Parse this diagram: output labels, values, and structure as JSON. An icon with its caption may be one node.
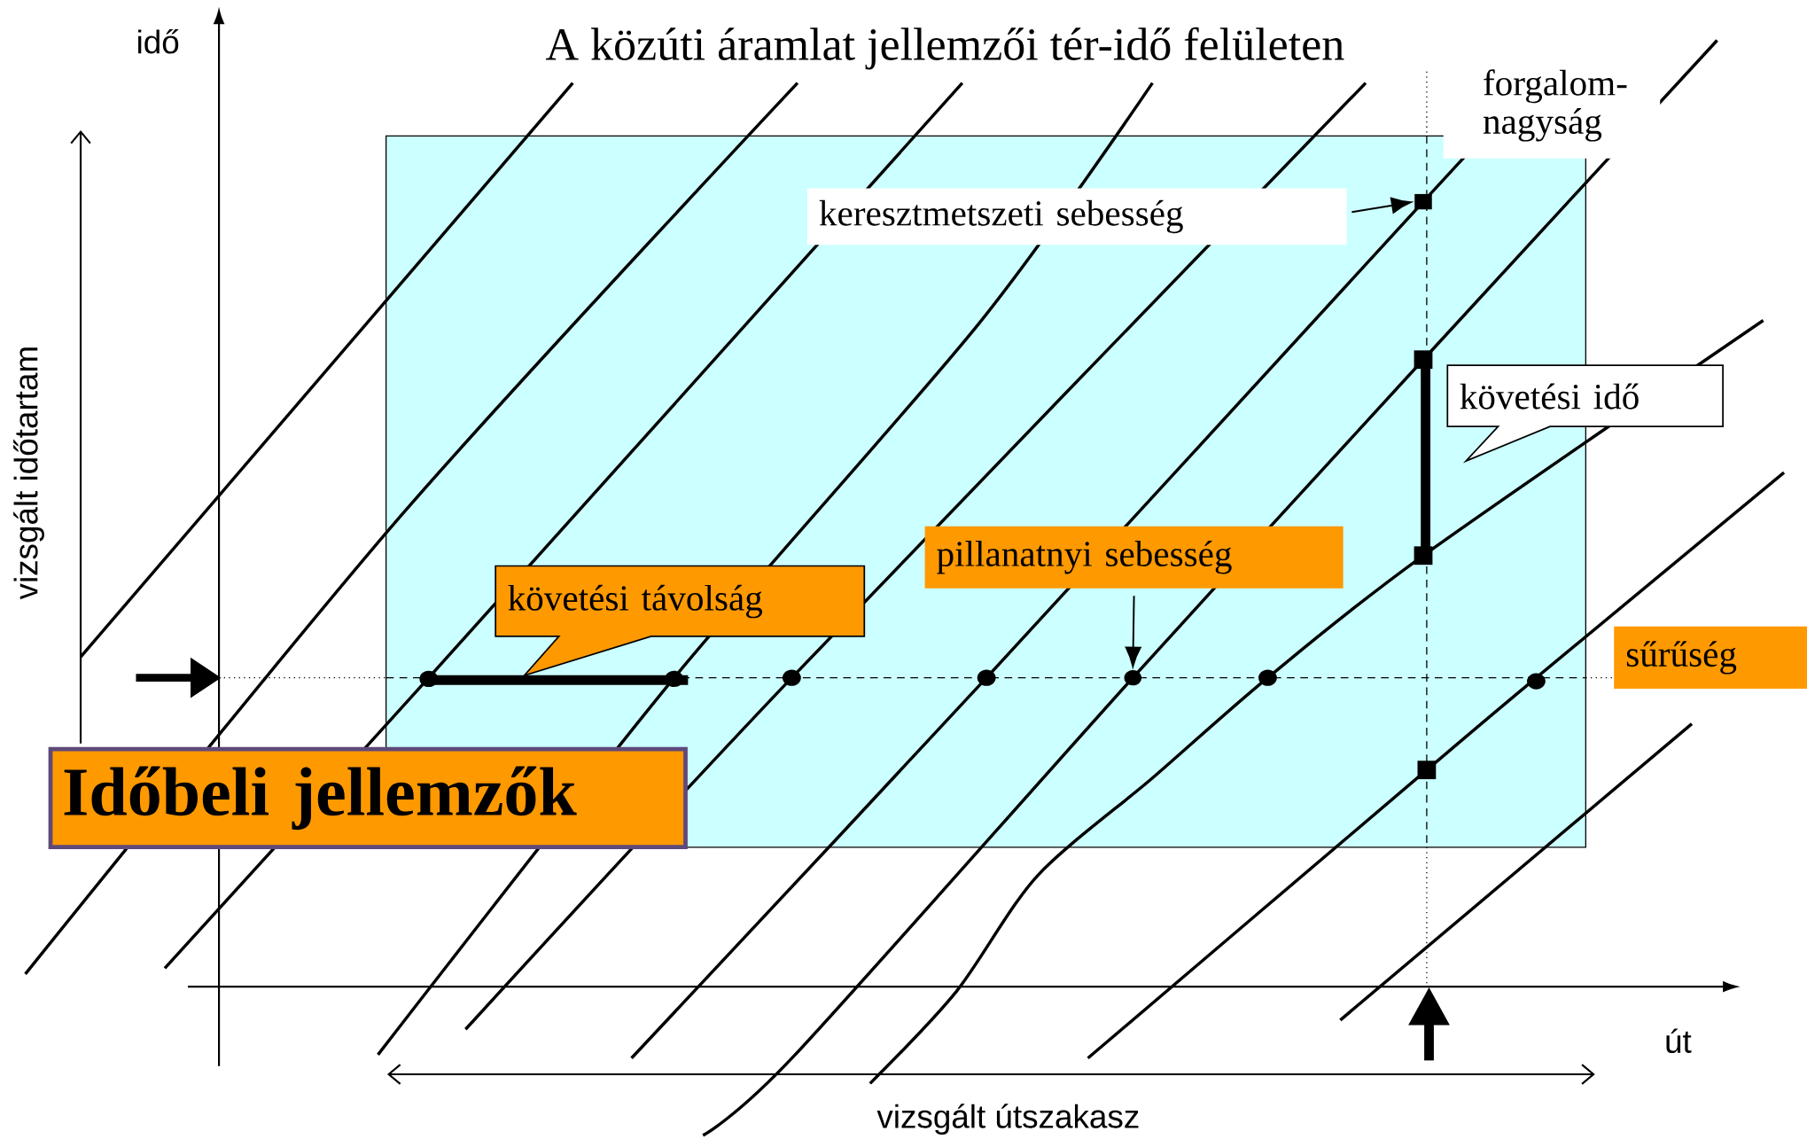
{
  "diagram": {
    "title": "A közúti áramlat jellemzői tér-idő felületen",
    "nodes": [
      {
        "text": [
          "keresztmetszeti sebesség"
        ]
      },
      {
        "text": [],
        "shape": "box"
      },
      {
        "text": [
          "követési idő"
        ]
      },
      {
        "text": [
          "pillanatnyi sebesség"
        ]
      },
      {
        "text": [],
        "shape": "circle"
      },
      {
        "text": [
          "követési távolság"
        ]
      },
      {
        "text": [
          "sűrűség"
        ]
      },
      {
        "text": [
          "forgalom- nagyság"
        ]
      },
      {
        "text": [
          "Időbeli jellemzők"
        ]
      }
    ],
    "edges": [
      {
        "from": 0,
        "to": 1,
        "arrow": "to"
      },
      {
        "from": 3,
        "to": 4,
        "arrow": "to"
      }
    ],
    "labels": [
      "idő",
      "vizsgált időtartam",
      "út",
      "vizsgált útszakasz"
    ]
  }
}
